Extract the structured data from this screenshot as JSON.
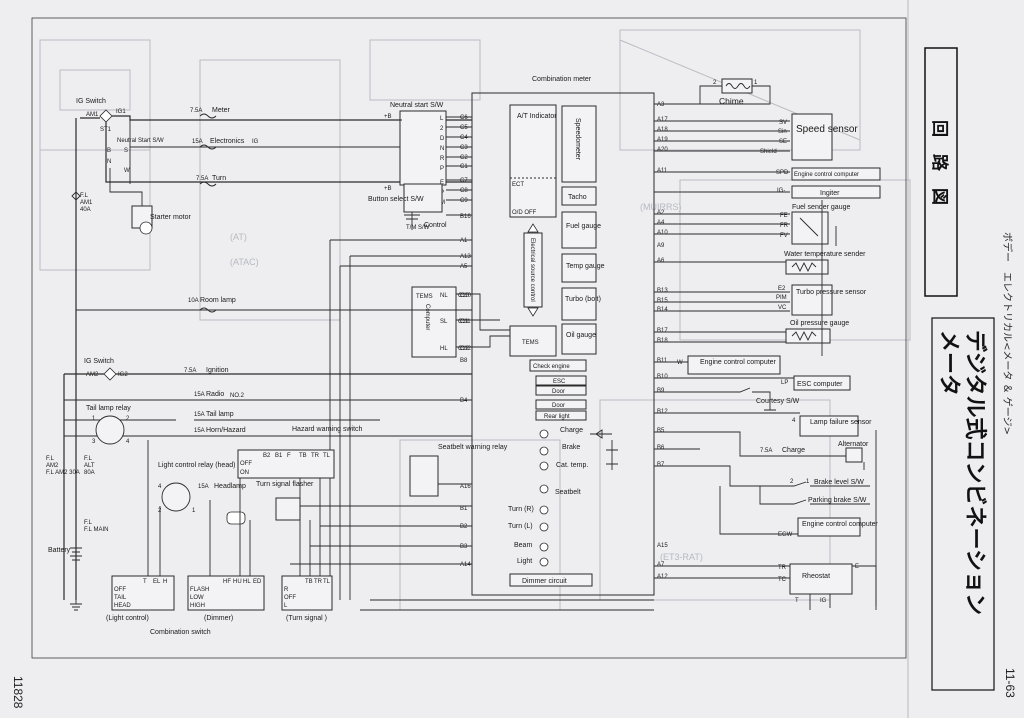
{
  "page": {
    "number": "11-63",
    "left_margin_number": "11828",
    "header_jp": "ボデー　エレクトリカル<メータ ＆ ゲージ>",
    "title_jp_line1": "デジタル式コンビネーション",
    "title_jp_line2": "メータ",
    "subtitle_jp": "回　路　図"
  },
  "diagram": {
    "combination_meter": "Combination meter",
    "chime": "Chime",
    "ig_switch_1": "IG Switch",
    "ig_switch_2": "IG Switch",
    "fuses": {
      "meter": "Meter",
      "meter_rating": "7.5A",
      "electronics": "Electronics",
      "electronics_rating": "15A",
      "electronics_suffix": "IG",
      "turn": "Turn",
      "turn_rating": "7.5A",
      "room": "Room lamp",
      "room_rating": "10A",
      "ignition": "Ignition",
      "ignition_rating": "7.5A",
      "radio": "Radio",
      "radio_rating": "15A",
      "radio_suffix": "NO.2",
      "tail": "Tail lamp",
      "tail_rating": "15A",
      "horn": "Horn/Hazard",
      "horn_rating": "15A",
      "headlamp": "Headlamp",
      "headlamp_rating": "15A",
      "charge": "Charge",
      "charge_rating": "7.5A"
    },
    "fl_am1": "F.L AM1 40A",
    "fl_am2": "F.L AM2 30A",
    "fl_alt": "F.L ALT 80A",
    "fl_main": "F.L MAIN",
    "battery": "Battery",
    "starter_motor": "Starter motor",
    "neutral_start_sw": "Neutral start  S/W",
    "neutral_start_vert": "Neutral Start S/W",
    "button_select": "Button select S/W",
    "control_tm": "Control",
    "tm_sw": "T/M S/W",
    "tail_lamp_relay": "Tail lamp relay",
    "light_control_relay": "Light control relay (head)",
    "turn_signal_flasher": "Turn signal flasher",
    "hazard_switch": "Hazard warning switch",
    "seatbelt_relay": "Seatbelt warning relay",
    "light_control_label": "(Light control)",
    "dimmer_label": "(Dimmer)",
    "turn_signal_label": "(Turn signal )",
    "combination_switch": "Combination switch",
    "at_indicator": "A/T Indicator",
    "ect": "ECT",
    "od_off": "O/D  OFF",
    "speedometer": "Speedometer",
    "tacho": "Tacho",
    "fuel_gauge": "Fuel gauge",
    "temp_gauge": "Temp gauge",
    "turbo_gauge": "Turbo (bolt)",
    "oil_gauge": "Oil gauge",
    "electrical_source_control": "Electrical source control",
    "computer": "Computer",
    "tems_left": "TEMS",
    "tems_right": "TEMS",
    "check_engine": "Check engine",
    "esc": "ESC",
    "door": "Door",
    "rear_light": "Rear light",
    "charge": "Charge",
    "brake": "Brake",
    "cat_temp": "Cat. temp.",
    "seatbelt": "Seatbelt",
    "turn_r": "Turn (R)",
    "turn_l": "Turn (L)",
    "beam": "Beam",
    "light": "Light",
    "dimmer_circuit": "Dimmer circuit",
    "speed_sensor": "Speed sensor",
    "engine_control_computer_1": "Engine control computer",
    "igniter": "Ingiter",
    "fuel_sender": "Fuel sender gauge",
    "water_temp_sender": "Water temperature sender",
    "turbo_pressure_sensor": "Turbo pressure sensor",
    "oil_pressure_gauge": "Oil pressure gauge",
    "engine_control_computer_2": "Engine control computer",
    "esc_computer": "ESC computer",
    "courtesy": "Courtesy",
    "courtesy_sw": "S/W",
    "lamp_failure_sensor": "Lamp failure sensor",
    "charge_right": "Charge",
    "alternator": "Alternator",
    "brake_level": "Brake level",
    "brake_level_sw": "S/W",
    "parking_brake": "Parking brake",
    "parking_brake_sw": "S/W",
    "engine_control_computer_3": "Engine control computer",
    "rheostat": "Rheostat",
    "egw": "EGW",
    "tems_pins": {
      "nl": "NL",
      "sl": "SL",
      "hl": "HL",
      "c10": "C10",
      "c11": "C11",
      "c12": "C12"
    },
    "left_connectors": [
      "C6",
      "C5",
      "C4",
      "C3",
      "C2",
      "C1",
      "C7",
      "C8",
      "C9",
      "B16",
      "A1",
      "A13",
      "A5",
      "C10",
      "C11",
      "C12",
      "B8",
      "B4",
      "A16",
      "B1",
      "B2",
      "B3",
      "A14"
    ],
    "right_connectors": [
      "A3",
      "A17",
      "A18",
      "A19",
      "A20",
      "A11",
      "A2",
      "A4",
      "A10",
      "A9",
      "A6",
      "B13",
      "B15",
      "B14",
      "B17",
      "B18",
      "B11",
      "B10",
      "B9",
      "B12",
      "B5",
      "B6",
      "B7",
      "A15",
      "A7",
      "A12"
    ],
    "speed_pins": [
      "SV",
      "Sin",
      "SE",
      "Shield"
    ],
    "ns_pins": [
      "L",
      "2",
      "D",
      "N",
      "R",
      "P",
      "E",
      "P",
      "M"
    ],
    "switch_table_hazard": {
      "cols": [
        "B2",
        "B1",
        "F",
        "TB",
        "TR",
        "TL"
      ],
      "rows": [
        "OFF",
        "ON"
      ]
    },
    "switch_table_light": {
      "cols": [
        "T",
        "EL",
        "H"
      ],
      "rows": [
        "OFF",
        "TAIL",
        "HEAD"
      ]
    },
    "switch_table_dimmer": {
      "cols": [
        "HF",
        "HU",
        "HL",
        "ED"
      ],
      "rows": [
        "FLASH",
        "LOW",
        "HIGH"
      ]
    },
    "switch_table_turn": {
      "cols": [
        "TB",
        "TR",
        "TL"
      ],
      "rows": [
        "R",
        "OFF",
        "L"
      ]
    }
  }
}
